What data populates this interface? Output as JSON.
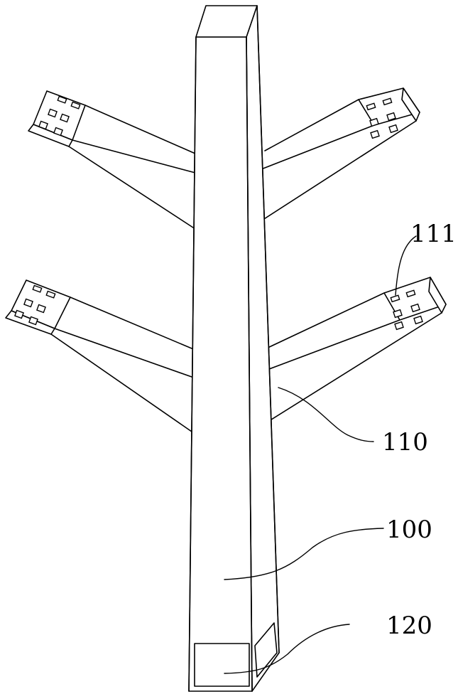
{
  "figure": {
    "labels": {
      "l111": "111",
      "l110": "110",
      "l100": "100",
      "l120": "120"
    }
  }
}
